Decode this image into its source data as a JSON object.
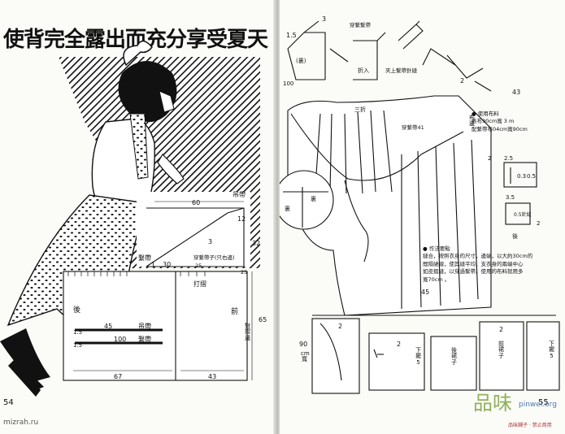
{
  "page_left": {
    "title": "使背完全露出而充分享受夏天",
    "page_number": "54",
    "watermark": "mizrah.ru",
    "pattern_labels": {
      "w60": "60",
      "strap_top": "吊帶",
      "n12": "12",
      "n3": "3",
      "n32": "32",
      "tie": "繫帶",
      "n30": "30",
      "n1": "1",
      "tie_label": "穿繫帶子(只右邊)",
      "n25a": "25",
      "n25b": "25",
      "gather": "打摺",
      "n65": "65",
      "back": "後",
      "front": "前",
      "fold": "對摺邊",
      "s45": "45",
      "s45_label": "吊帶",
      "s15a": "1.5",
      "s100": "100",
      "s100_label": "繫帶",
      "s15b": "1.5",
      "w67": "67",
      "w43": "43"
    }
  },
  "page_right": {
    "page_number": "55",
    "logo_text": "品味",
    "logo_url": "pinwei.org",
    "footer": "品味鋪子 · 禁止商用",
    "step_labels": {
      "n15": "1.5",
      "n3": "3",
      "tie_label": "穿繫繫帶",
      "back_mark": "(裏)",
      "fold": "折入",
      "sew_label": "夾上繫帶針縫",
      "n100": "100",
      "n2a": "2",
      "n43": "43",
      "gather": "三折",
      "tie2": "穿繫帶41",
      "cloth": "布邊",
      "n45": "45",
      "inner": "裏",
      "back": "裏",
      "n25": "2.5",
      "n03": "0.3",
      "n05": "0.5",
      "n35": "3.5",
      "stitch": "0.5針縫",
      "n2b": "2",
      "n2c": "2",
      "rear": "後"
    },
    "materials": [
      "● 使用布料",
      "表布90cm寬 3 m",
      "配繫帶布04cm寬90cm"
    ],
    "notes": [
      "● 作法要點",
      "縫合，按照衣身的尺寸，邊端，以大約30cm的",
      "間隔繞線，使其縫平均，支衣身的兩端中心",
      "如皮摺縫，以穿過繫帶。使用的布料就用多",
      "寬70cm 。"
    ],
    "layout_labels": {
      "w90": "90",
      "wunit": "cm寬",
      "n2a": "2",
      "n2b": "2",
      "n2c": "2",
      "lower_strap": "下擺 5",
      "back_skirt": "後裙子",
      "front_skirt": "前裙子",
      "lower_strap2": "下擺 5"
    }
  }
}
